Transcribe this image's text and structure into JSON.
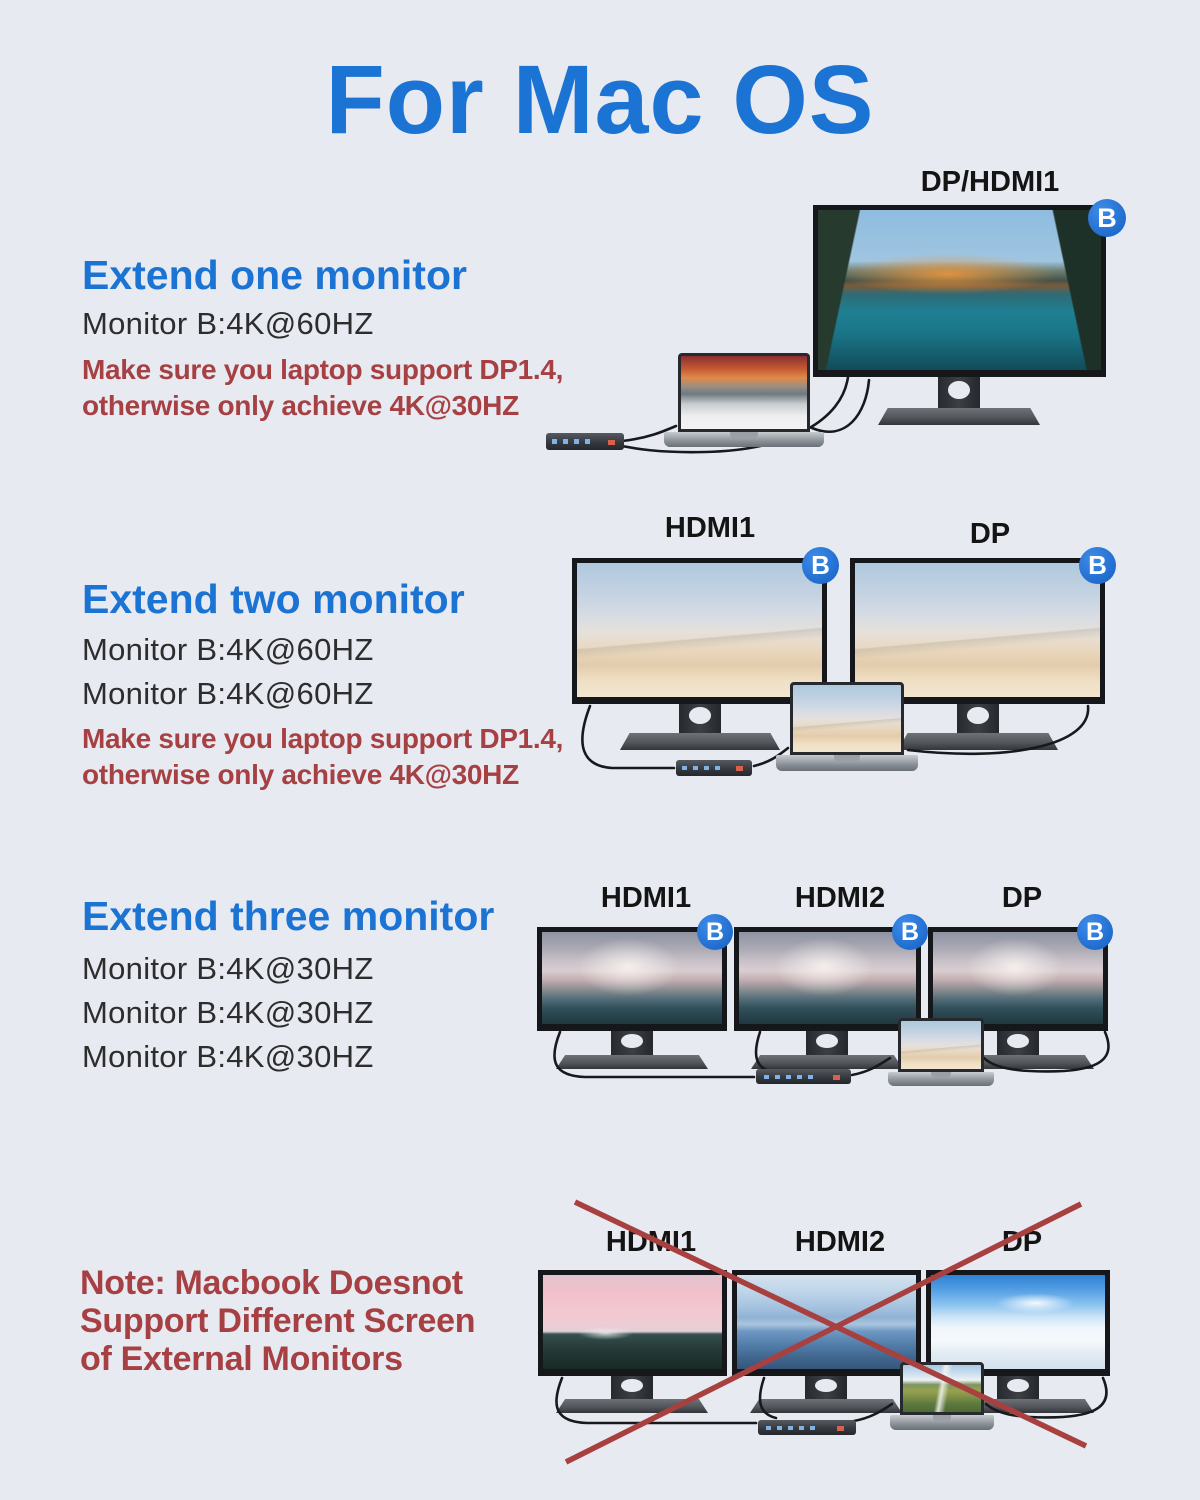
{
  "page": {
    "title": "For Mac OS"
  },
  "colors": {
    "background": "#E8EAF2",
    "accent_blue": "#1B73D3",
    "warning_red": "#A64043",
    "badge_blue": "#1E6FD9"
  },
  "sections": {
    "one": {
      "heading": "Extend one monitor",
      "specs": [
        "Monitor B:4K@60HZ"
      ],
      "warning": [
        "Make sure you laptop support DP1.4,",
        "otherwise only achieve 4K@30HZ"
      ],
      "monitors": [
        {
          "label": "DP/HDMI1",
          "badge": "B"
        }
      ]
    },
    "two": {
      "heading": "Extend two monitor",
      "specs": [
        "Monitor B:4K@60HZ",
        "Monitor B:4K@60HZ"
      ],
      "warning": [
        "Make sure you laptop support DP1.4,",
        "otherwise only achieve 4K@30HZ"
      ],
      "monitors": [
        {
          "label": "HDMI1",
          "badge": "B"
        },
        {
          "label": "DP",
          "badge": "B"
        }
      ]
    },
    "three": {
      "heading": "Extend three monitor",
      "specs": [
        "Monitor B:4K@30HZ",
        "Monitor B:4K@30HZ",
        "Monitor B:4K@30HZ"
      ],
      "monitors": [
        {
          "label": "HDMI1",
          "badge": "B"
        },
        {
          "label": "HDMI2",
          "badge": "B"
        },
        {
          "label": "DP",
          "badge": "B"
        }
      ]
    },
    "note": {
      "lines": [
        "Note: Macbook Doesnot",
        "Support Different Screen",
        "of External Monitors"
      ],
      "monitors": [
        {
          "label": "HDMI1"
        },
        {
          "label": "HDMI2"
        },
        {
          "label": "DP"
        }
      ]
    }
  }
}
